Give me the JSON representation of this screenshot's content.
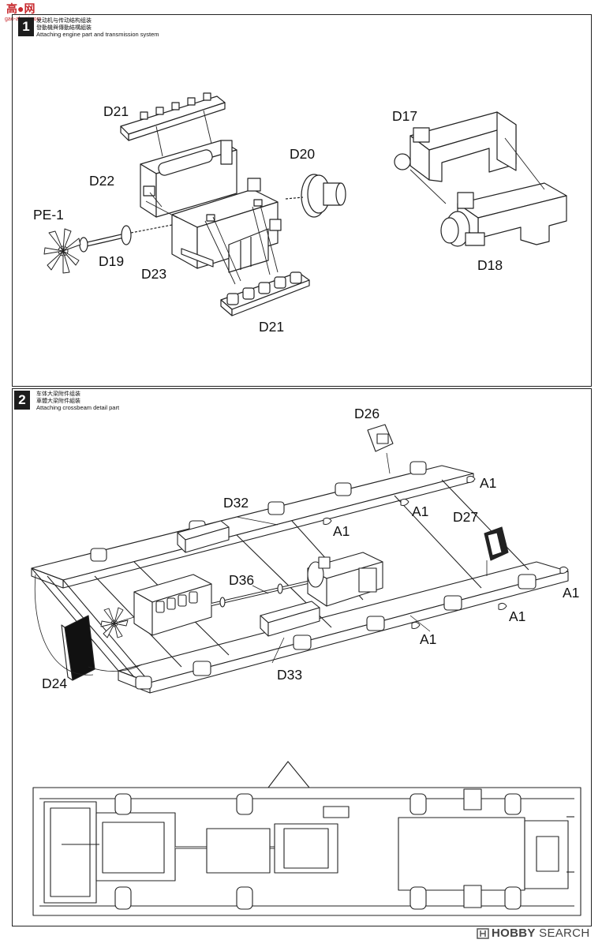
{
  "watermark": {
    "top": "高●网",
    "sub": "gao-ahoni.com"
  },
  "step1": {
    "number": "1",
    "caption_cn1": "发动机与传动结构组装",
    "caption_cn2": "發動機與傳動結構組裝",
    "caption_en": "Attaching engine part and transmission system",
    "labels": {
      "d21_top": "D21",
      "d22": "D22",
      "pe1": "PE-1",
      "d19": "D19",
      "d23": "D23",
      "d20": "D20",
      "d21_bottom": "D21",
      "d17": "D17",
      "d18": "D18"
    }
  },
  "step2": {
    "number": "2",
    "caption_cn1": "车体大梁附件组装",
    "caption_cn2": "車體大梁附件組裝",
    "caption_en": "Attaching crossbeam detail part",
    "labels": {
      "d26": "D26",
      "a1_1": "A1",
      "d32": "D32",
      "a1_2": "A1",
      "a1_3": "A1",
      "d27": "D27",
      "d36": "D36",
      "a1_4": "A1",
      "a1_5": "A1",
      "a1_6": "A1",
      "d24": "D24",
      "d33": "D33"
    }
  },
  "footer": {
    "brand_bold": "HOBBY",
    "brand_rest": " SEARCH"
  }
}
